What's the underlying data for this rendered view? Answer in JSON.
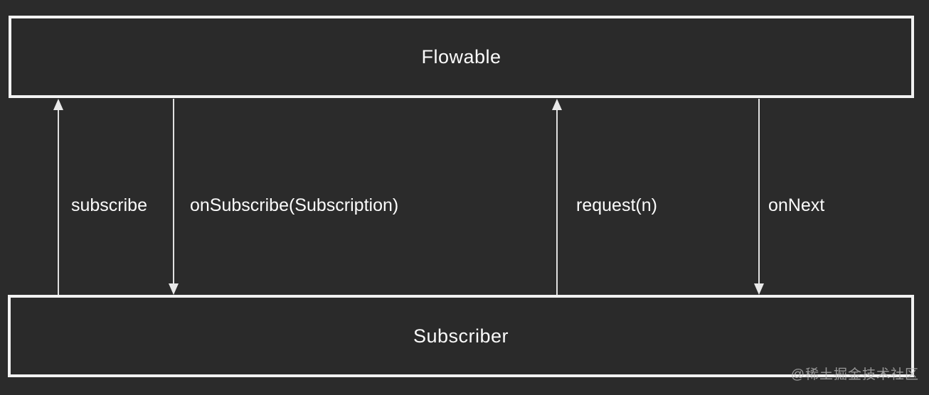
{
  "diagram": {
    "type": "sequence-diagram",
    "boxes": {
      "top": {
        "label": "Flowable"
      },
      "bottom": {
        "label": "Subscriber"
      }
    },
    "arrows": [
      {
        "label": "subscribe",
        "direction": "up",
        "from": "Subscriber",
        "to": "Flowable"
      },
      {
        "label": "onSubscribe(Subscription)",
        "direction": "down",
        "from": "Flowable",
        "to": "Subscriber"
      },
      {
        "label": "request(n)",
        "direction": "up",
        "from": "Subscriber",
        "to": "Flowable"
      },
      {
        "label": "onNext",
        "direction": "down",
        "from": "Flowable",
        "to": "Subscriber"
      }
    ],
    "watermark": "@稀土掘金技术社区",
    "colors": {
      "background": "#2b2b2b",
      "box_fill": "#2a2a2a",
      "box_border": "#f2f2f2",
      "arrow_line": "#e0e0e0",
      "text": "#fafafa",
      "watermark": "#bebebe"
    }
  }
}
